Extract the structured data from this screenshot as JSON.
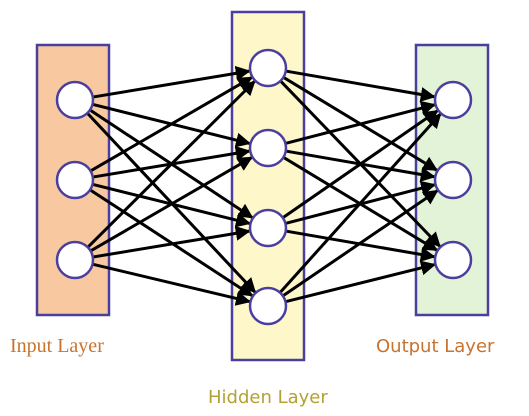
{
  "diagram": {
    "layers": [
      {
        "id": "input",
        "label": "Input Layer",
        "node_count": 3,
        "fill": "#f8c9a0",
        "label_color": "#c8732e"
      },
      {
        "id": "hidden",
        "label": "Hidden Layer",
        "node_count": 4,
        "fill": "#fdf7c9",
        "label_color": "#b5a033"
      },
      {
        "id": "output",
        "label": "Output Layer",
        "node_count": 3,
        "fill": "#e3f3d8",
        "label_color": "#c8732e"
      }
    ],
    "connections": "fully-connected",
    "colors": {
      "border": "#4a3f9e",
      "node_fill": "#ffffff",
      "arrow": "#000000"
    }
  }
}
